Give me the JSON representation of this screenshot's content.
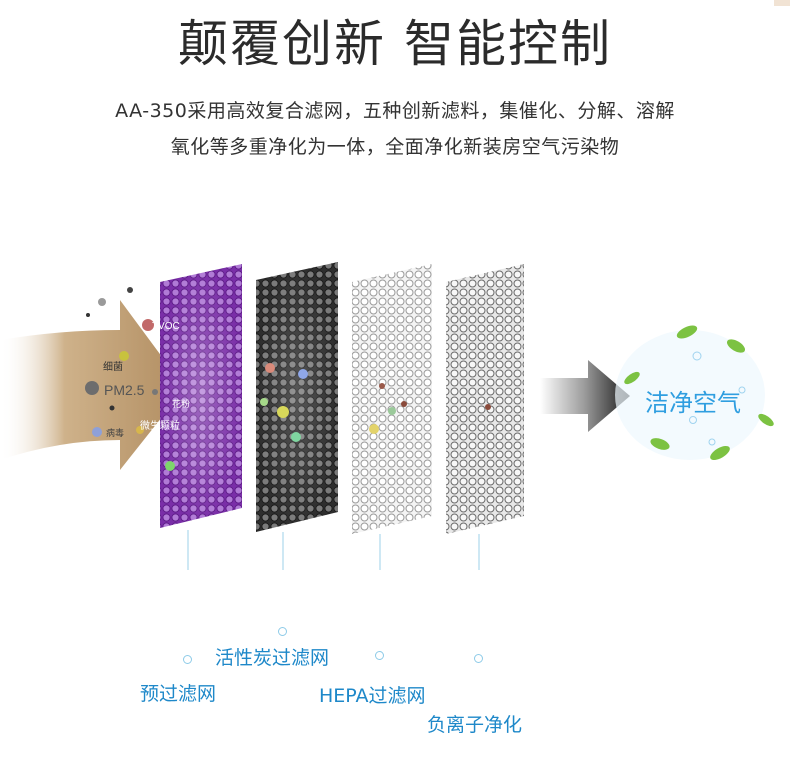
{
  "headline": "颠覆创新 智能控制",
  "subtitle_line1": "AA-350采用高效复合滤网，五种创新滤料，集催化、分解、溶解",
  "subtitle_line2": "氧化等多重净化为一体，全面净化新装房空气污染物",
  "pollutant_labels": {
    "tvoc": "TVOC",
    "bacteria": "细菌",
    "pm25": "PM2.5",
    "pollen": "花粉",
    "fine_particles": "微生颗粒",
    "virus": "病毒"
  },
  "clean_air_label": "洁净空气",
  "filter_labels": {
    "pre_filter": "预过滤网",
    "carbon_filter": "活性炭过滤网",
    "hepa_filter": "HEPA过滤网",
    "negative_ion": "负离子净化"
  },
  "colors": {
    "purple_filter": "#8a3db8",
    "dark_filter": "#3a3a3a",
    "label_blue": "#1e88c9",
    "leaf_green": "#7cc242"
  }
}
